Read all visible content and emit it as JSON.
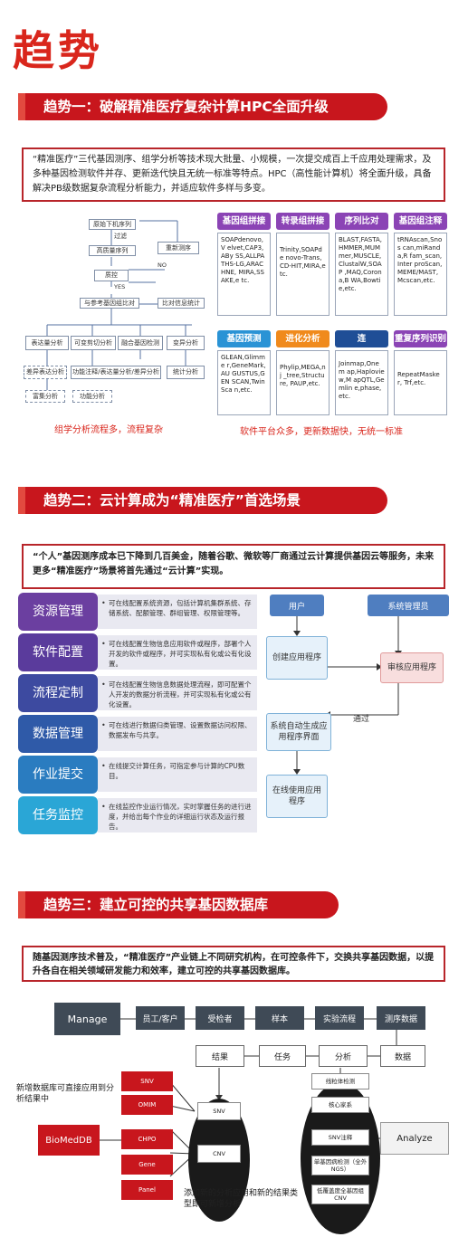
{
  "page_title": "趋势",
  "trend1": {
    "banner": "趋势一：破解精准医疗复杂计算HPC全面升级",
    "intro": "“精准医疗”三代基因测序、组学分析等技术现大批量、小规模，一次提交成百上千应用处理需求，及多种基因检测软件并存、更新迭代快且无统一标准等特点。HPC（高性能计算机）将全面升级，具备解决PB级数据复杂流程分析能力，并适应软件多样与多变。",
    "flow": {
      "n1": "原始下机序列",
      "n2": "过滤",
      "n3": "高质量序列",
      "n4": "重新测序",
      "n5": "质控",
      "n6": "YES",
      "n7": "NO",
      "n8": "与参考基因组比对",
      "n9": "比对信息统计",
      "n10": "表达量分析",
      "n11": "可变剪切分析",
      "n12": "融合基因检测",
      "n13": "变异分析",
      "n14": "差异表达分析",
      "n15": "功能注释/表达量分析/差异分析",
      "n16": "统计分析",
      "n17": "富集分析",
      "n18": "功能分析",
      "caption": "组学分析流程多，流程复杂"
    },
    "software": {
      "categories": [
        {
          "label": "基因组拼接",
          "color": "#8b44b5",
          "content": "SOAPdenovo,V elvet,CAP3,ABy SS,ALLPATHS-LG,ARACHNE, MIRA,SSAKE,e tc."
        },
        {
          "label": "转录组拼接",
          "color": "#8b44b5",
          "content": "Trinity,SOAPde novo-Trans,CD-HIT,MIRA,etc."
        },
        {
          "label": "序列比对",
          "color": "#8b44b5",
          "content": "BLAST,FASTA, HMMER,MUM mer,MUSCLE, ClustalW,SOAP ,MAQ,Corona,B WA,Bowtie,etc."
        },
        {
          "label": "基因组注释",
          "color": "#8b44b5",
          "content": "tRNAscan,Snos can,miRanda,R fam_scan,Inter proScan, MEME/MAST, Mcscan,etc."
        },
        {
          "label": "基因预测",
          "color": "#2a93d5",
          "content": "GLEAN,Glimme r,GeneMark,AU GUSTUS,GEN SCAN,TwinSca n,etc."
        },
        {
          "label": "进化分析",
          "color": "#f08a1c",
          "content": "Phylip,MEGA,nj _tree,Structure, PAUP,etc."
        },
        {
          "label": "连锁,LD,QTL",
          "color": "#1f4e96",
          "content": "Joinmap,Onem ap,Haploview,M apQTL,Gemlin e,phase,etc."
        },
        {
          "label": "重复序列识别",
          "color": "#8b44b5",
          "content": "RepeatMasker, Trf,etc."
        }
      ],
      "caption": "软件平台众多，更新数据快，无统一标准"
    }
  },
  "trend2": {
    "banner": "趋势二：云计算成为“精准医疗”首选场景",
    "intro": "“个人”基因测序成本已下降到几百美金，随着谷歌、微软等厂商通过云计算提供基因云等服务，未来更多“精准医疗”场景将首先通过“云计算”实现。",
    "features": [
      {
        "label": "资源管理",
        "color": "#6b3fa0",
        "desc": "可在线配置系统资源，包括计算机集群系统、存储系统、配额管理、群组管理、权限管理等。"
      },
      {
        "label": "软件配置",
        "color": "#5a3b9c",
        "desc": "可在线配置生物信息应用软件或程序，部署个人开发的软件或程序，并可实现私有化或公有化设置。"
      },
      {
        "label": "流程定制",
        "color": "#3d4aa0",
        "desc": "可在线配置生物信息数据处理流程，即可配置个人开发的数据分析流程，并可实现私有化或公有化设置。"
      },
      {
        "label": "数据管理",
        "color": "#2f5aa8",
        "desc": "可在线进行数据归类管理、设置数据访问权限、数据发布与共享。"
      },
      {
        "label": "作业提交",
        "color": "#2a7cc0",
        "desc": "在线提交计算任务，可指定参与计算的CPU数目。"
      },
      {
        "label": "任务监控",
        "color": "#2aa6d6",
        "desc": "在线监控作业运行情况，实时掌握任务的进行进度，并给出每个作业的详细运行状态及运行报告。"
      }
    ],
    "flow": {
      "user": "用户",
      "admin": "系统管理员",
      "create": "创建应用程序",
      "review": "审核应用程序",
      "pass": "通过",
      "auto": "系统自动生成应用程序界面",
      "use": "在线使用应用程序"
    }
  },
  "trend3": {
    "banner": "趋势三：建立可控的共享基因数据库",
    "intro": "随基因测序技术普及，“精准医疗”产业链上不同研究机构，在可控条件下，交换共享基因数据，以提升各自在相关领域研发能力和效率，建立可控的共享基因数据库。",
    "manage": "Manage",
    "top_row": [
      "员工/客户",
      "受检者",
      "样本",
      "实验流程",
      "测序数据"
    ],
    "mid_row": [
      "结果",
      "任务",
      "分析",
      "数据"
    ],
    "left_note": "新增数据库可直接应用到分析结果中",
    "biomeddb": "BioMedDB",
    "db_items": [
      "SNV",
      "OMIM",
      "CHPO",
      "Gene",
      "Panel"
    ],
    "oval1": [
      "SNV",
      "CNV"
    ],
    "oval2": [
      "线粒体检测",
      "核心家系",
      "SNV注释",
      "单基因病检测（全外NGS）",
      "低覆盖度全基因组CNV"
    ],
    "analyze": "Analyze",
    "bottom_note": "添加新的分析应用和新的结果类型即可新增分析"
  }
}
